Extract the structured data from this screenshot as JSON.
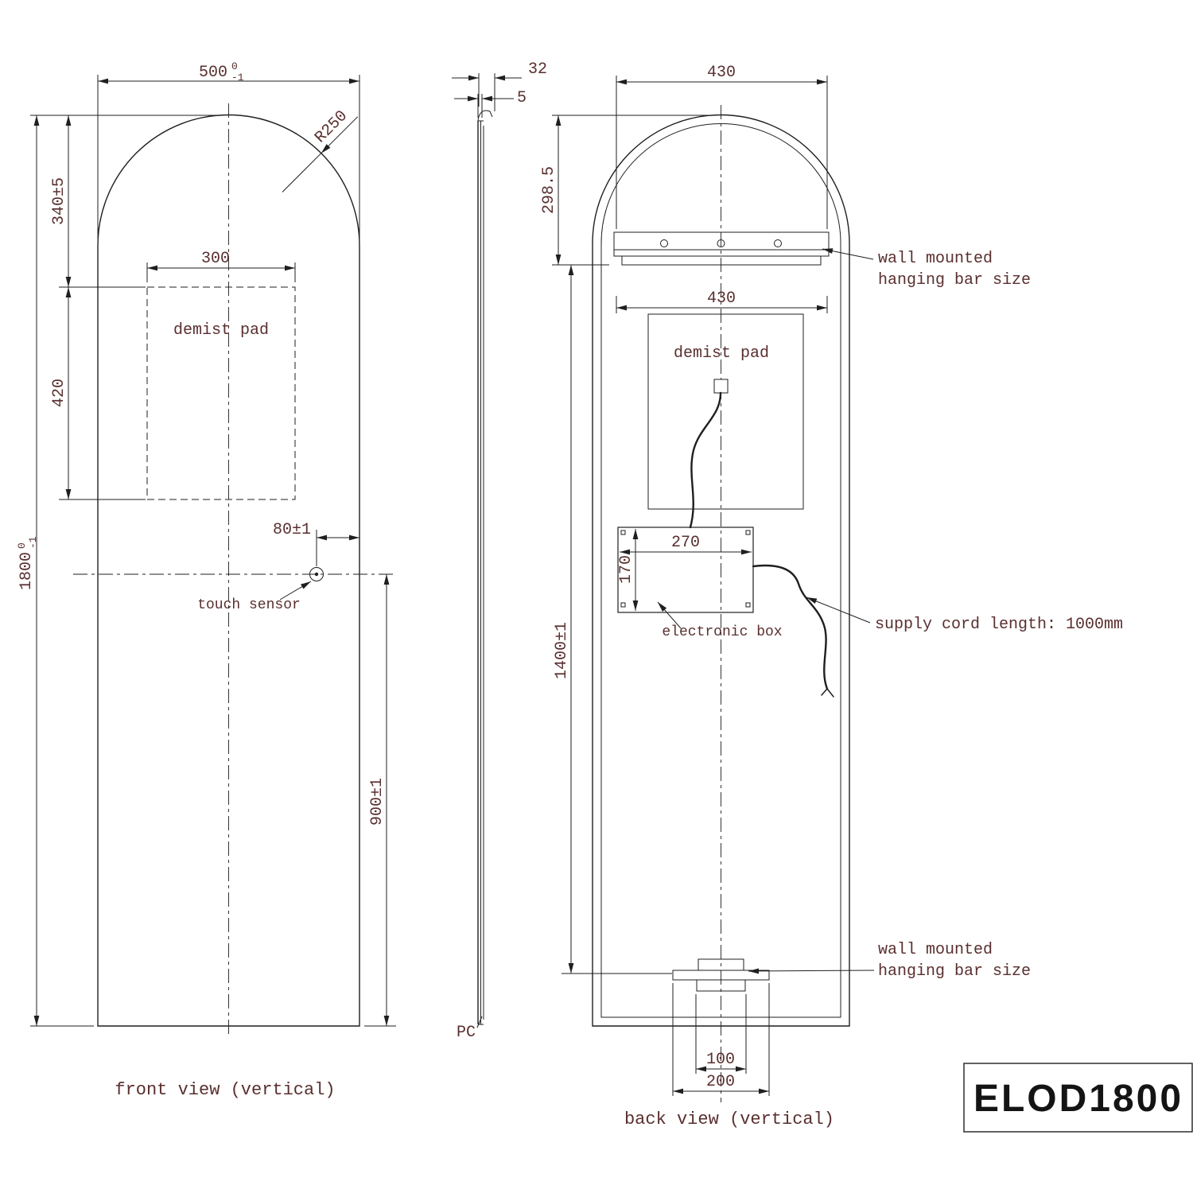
{
  "colors": {
    "line": "#1f1f1f",
    "text": "#5a2f2f",
    "title": "#141414"
  },
  "front_view": {
    "caption": "front view (vertical)",
    "dims": {
      "width": "500",
      "width_tol_top": "0",
      "width_tol_bot": "-1",
      "radius": "R250",
      "arch_height": "340±5",
      "pad_width": "300",
      "pad_height": "420",
      "height": "1800",
      "height_tol_top": "0",
      "height_tol_bot": "-1",
      "sensor_offset": "80±1",
      "sensor_center_height": "900±1"
    },
    "labels": {
      "demist_pad": "demist pad",
      "touch_sensor": "touch sensor"
    }
  },
  "side_view": {
    "dims": {
      "depth": "32",
      "glass_thickness": "5"
    },
    "labels": {
      "material": "PC"
    }
  },
  "back_view": {
    "caption": "back view (vertical)",
    "dims": {
      "hanging_bar_width": "430",
      "arch_to_bar": "298.5",
      "inner_width": "430",
      "box_width": "270",
      "box_height": "170",
      "bar_to_bar": "1400±1",
      "bottom_bar_inner": "100",
      "bottom_bar_outer": "200"
    },
    "labels": {
      "hanging_bar_top_line1": "wall mounted",
      "hanging_bar_top_line2": "hanging bar size",
      "demist_pad": "demist pad",
      "electronic_box": "electronic box",
      "supply_cord": "supply cord length: 1000mm",
      "hanging_bar_bottom_line1": "wall mounted",
      "hanging_bar_bottom_line2": "hanging bar size"
    }
  },
  "title_block": {
    "model": "ELOD1800"
  }
}
